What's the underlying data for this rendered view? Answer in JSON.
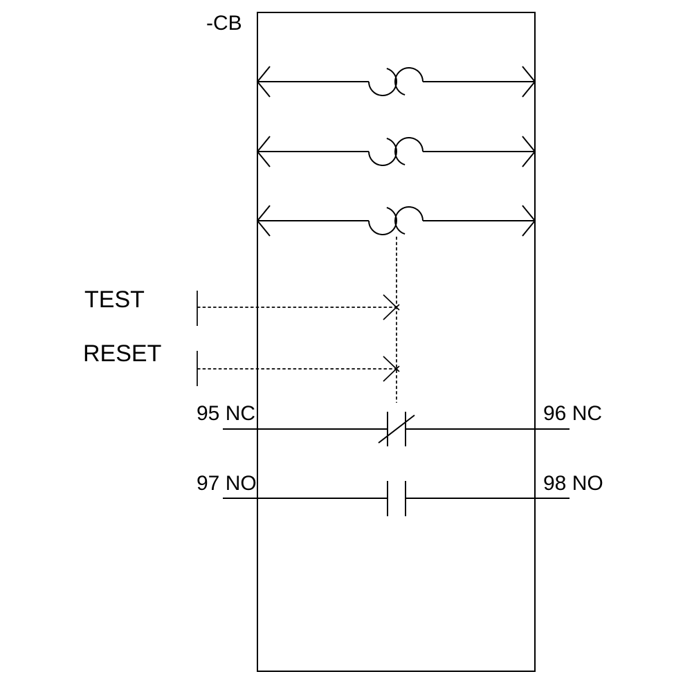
{
  "diagram": {
    "device_label": "-CB",
    "structure": {
      "pole_count": 3,
      "contact_rows": [
        "NC",
        "NO"
      ]
    },
    "controls": {
      "test_label": "TEST",
      "reset_label": "RESET"
    },
    "contacts": {
      "nc_left": "95 NC",
      "nc_right": "96 NC",
      "no_left": "97 NO",
      "no_right": "98 NO"
    },
    "colors": {
      "line": "#000000",
      "background": "#ffffff"
    }
  }
}
